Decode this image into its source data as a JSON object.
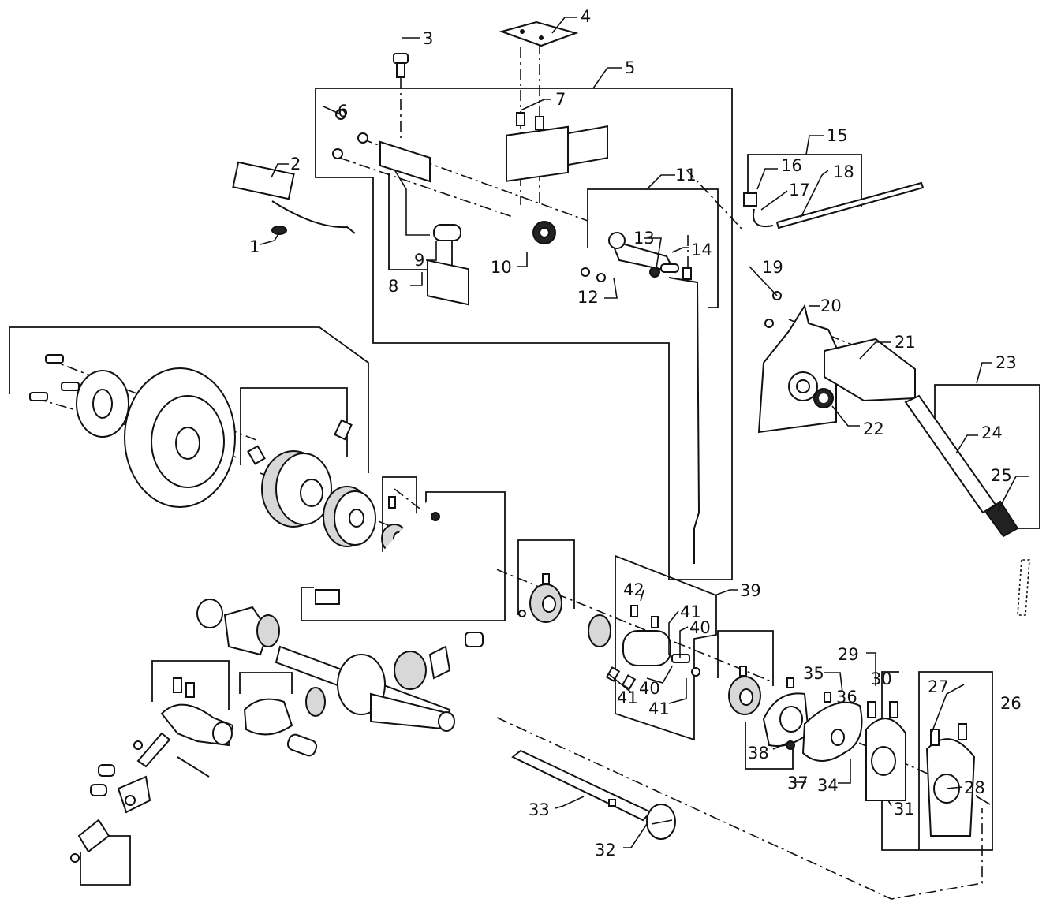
{
  "callouts": [
    "1",
    "2",
    "3",
    "4",
    "5",
    "6",
    "7",
    "8",
    "9",
    "10",
    "11",
    "12",
    "13",
    "14",
    "15",
    "16",
    "17",
    "18",
    "19",
    "20",
    "21",
    "22",
    "23",
    "24",
    "25",
    "26",
    "27",
    "28",
    "29",
    "30",
    "31",
    "32",
    "33",
    "34",
    "35",
    "36",
    "37",
    "38",
    "39",
    "40",
    "40",
    "41",
    "41",
    "41",
    "42"
  ],
  "colors": {
    "line": "#111111",
    "background": "#ffffff",
    "fill_dark": "#222222",
    "fill_grey": "#d8d8d8"
  }
}
